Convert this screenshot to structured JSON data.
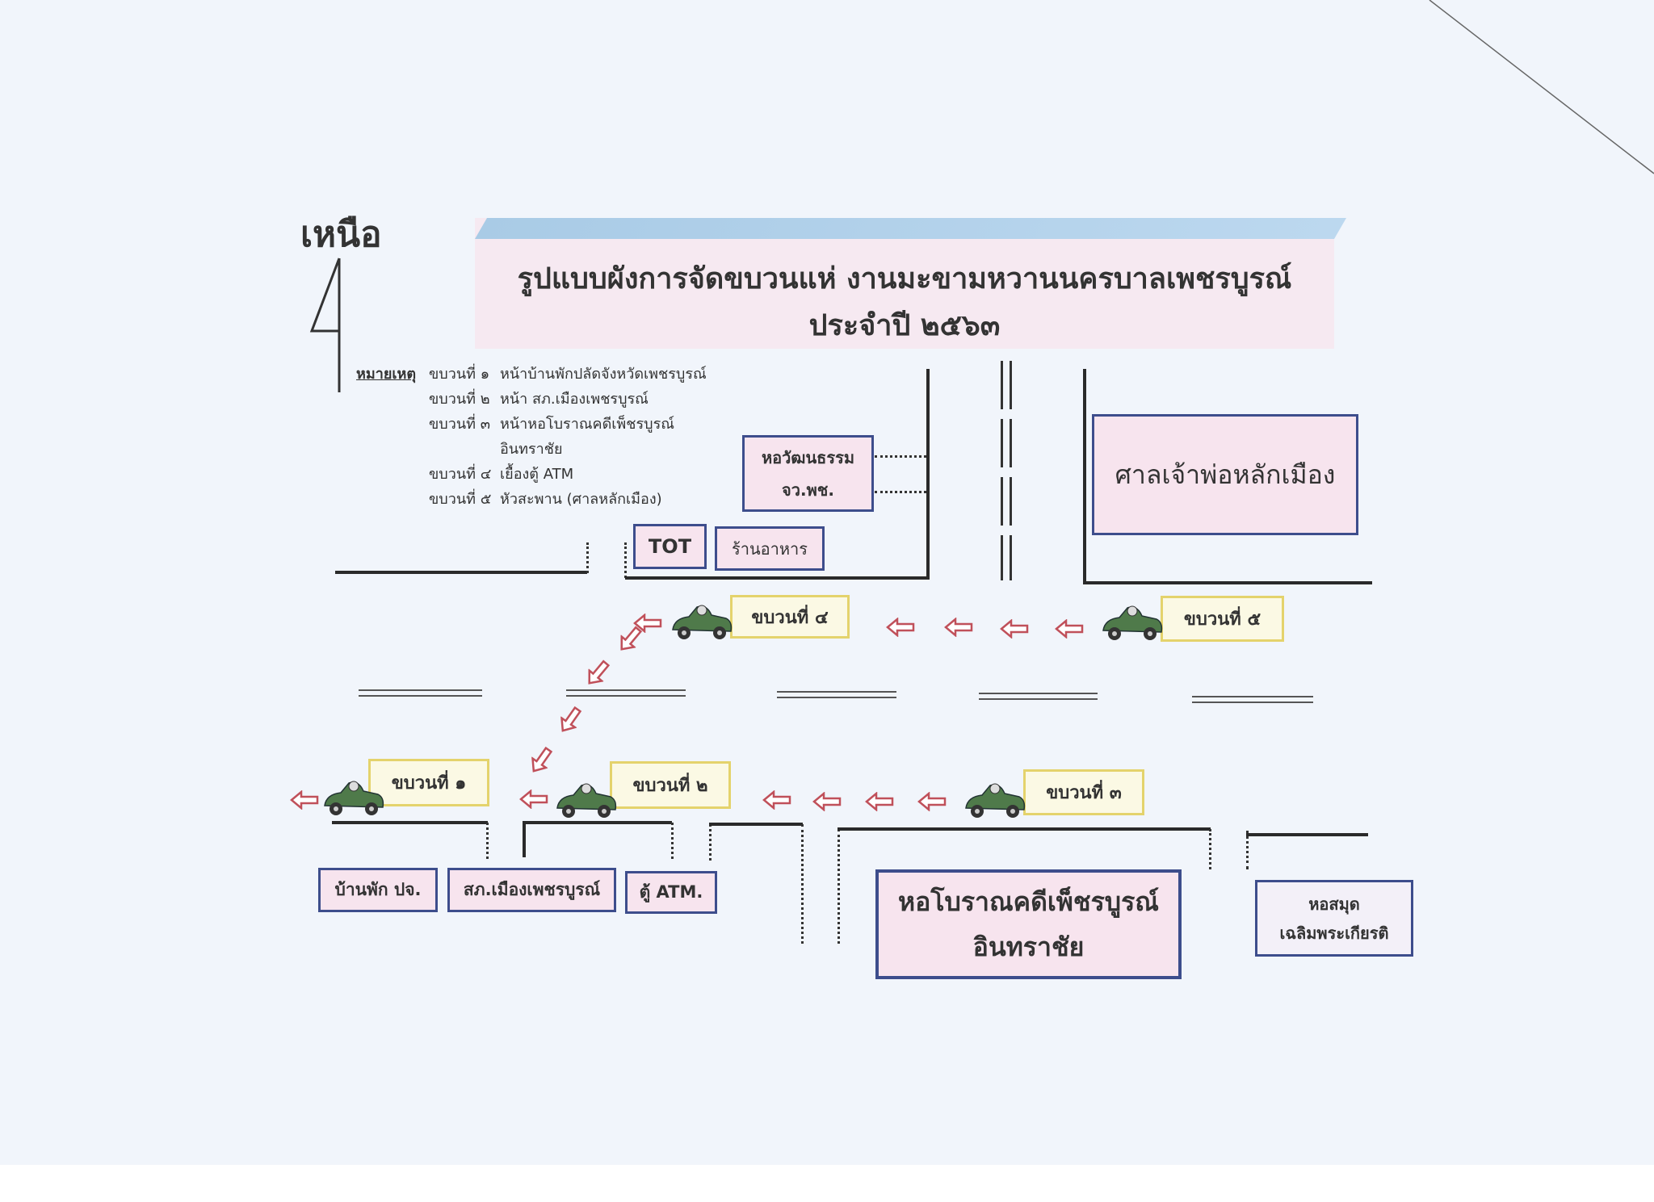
{
  "north_label": "เหนือ",
  "title": {
    "line1": "รูปแบบผังการจัดขบวนแห่ งานมะขามหวานนครบาลเพชรบูรณ์",
    "line2": "ประจำปี  ๒๕๖๓"
  },
  "legend": {
    "heading": "หมายเหตุ",
    "items": [
      {
        "key": "ขบวนที่ ๑",
        "text": "หน้าบ้านพักปลัดจังหวัดเพชรบูรณ์"
      },
      {
        "key": "ขบวนที่ ๒",
        "text": "หน้า สภ.เมืองเพชรบูรณ์"
      },
      {
        "key": "ขบวนที่ ๓",
        "text": "หน้าหอโบราณคดีเพ็ชรบูรณ์"
      },
      {
        "key": "",
        "text": "อินทราชัย"
      },
      {
        "key": "ขบวนที่ ๔",
        "text": "เยื้องตู้  ATM"
      },
      {
        "key": "ขบวนที่ ๕",
        "text": "หัวสะพาน (ศาลหลักเมือง)"
      }
    ]
  },
  "buildings": {
    "culture_hall_1": "หอวัฒนธรรม",
    "culture_hall_2": "จว.พช.",
    "tot": "TOT",
    "restaurant": "ร้านอาหาร",
    "shrine": "ศาลเจ้าพ่อหลักเมือง",
    "residence": "บ้านพัก ปจ.",
    "police": "สภ.เมืองเพชรบูรณ์",
    "atm": "ตู้ ATM.",
    "museum_1": "หอโบราณคดีเพ็ชรบูรณ์",
    "museum_2": "อินทราชัย",
    "library_1": "หอสมุด",
    "library_2": "เฉลิมพระเกียรติ"
  },
  "processions": {
    "p1": "ขบวนที่ ๑",
    "p2": "ขบวนที่ ๒",
    "p3": "ขบวนที่ ๓",
    "p4": "ขบวนที่ ๔",
    "p5": "ขบวนที่ ๕"
  },
  "colors": {
    "box_fill": "#f7e4ee",
    "box_border": "#3d4d8c",
    "label_border": "#e4d36c",
    "arrow": "#c0505a",
    "car": "#4f7a4a"
  }
}
